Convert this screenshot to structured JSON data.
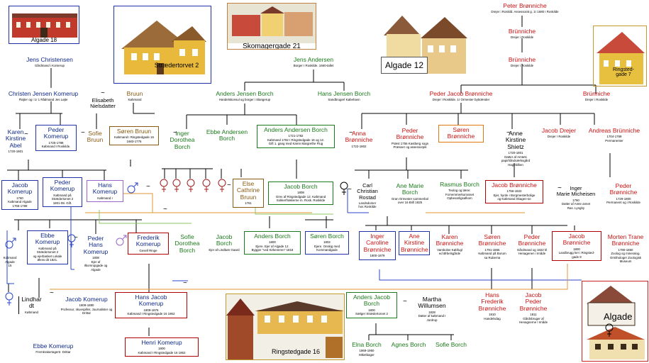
{
  "pictures": [
    {
      "key": "algade18",
      "caption": "Algade 18"
    },
    {
      "key": "straedertorvet",
      "caption": "Strædertorvet 2"
    },
    {
      "key": "skomagergade",
      "caption": "Skomagergade 21"
    },
    {
      "key": "algade12",
      "caption": "Algade 12"
    },
    {
      "key": "ringstedgade7",
      "caption": "Ringsted-\ngade 7"
    },
    {
      "key": "ringstedgade16",
      "caption": "Ringstedgade 16"
    },
    {
      "key": "algade",
      "caption": "Algade"
    }
  ],
  "persons": [
    {
      "key": "peter",
      "name": "Peter Brønniche",
      "sub": "Drejer i Roskild. Assessorat g. 1r 1680 I Roskilde"
    },
    {
      "key": "brunniche1",
      "name": "Brünniche",
      "sub": "Drejer i Roskilde"
    },
    {
      "key": "brunniche2",
      "name": "Brünniche",
      "sub": "Drejer i Roskilde"
    },
    {
      "key": "jens_christensen",
      "name": "Jens Christensen",
      "sub": "Gårdmand i Komerup"
    },
    {
      "key": "christen",
      "name": "Christen Jensen Komerup",
      "sub": "Fløjter og i 1r 1 Rådmand Jes Løjte"
    },
    {
      "key": "elisabeth",
      "name": "Elisabeth\nNielsdatter",
      "sub": ""
    },
    {
      "key": "bruun",
      "name": "Bruun",
      "sub": "Købmand"
    },
    {
      "key": "jens_andersen",
      "name": "Jens Andersen",
      "sub": "Borger I Roskilde. 1660-tallet"
    },
    {
      "key": "anders_jensen",
      "name": "Anders Jensen Borch",
      "sub": "Handelskonsul og borger i Slangerup"
    },
    {
      "key": "hans_jensen",
      "name": "Hans Jensen Borch",
      "sub": "Sandbrugerl Købehavn"
    },
    {
      "key": "peder_jacob",
      "name": "Peder Jacob Brønniche",
      "sub": "Drejer i Roskilde. 1r Ormester bybrænder"
    },
    {
      "key": "brunniche3",
      "name": "Brünniche",
      "sub": "Drejer i Roskilde"
    },
    {
      "key": "karen",
      "name": "Karen\nKirstine\nAbel",
      "sub": "1720-1801"
    },
    {
      "key": "peder_komerup1",
      "name": "Peder\nKomerup",
      "sub": "1725-1788\nKøbmand I Roskilde."
    },
    {
      "key": "sofie_bruun",
      "name": "Sofie\nBruun",
      "sub": ""
    },
    {
      "key": "soren_bruun",
      "name": "Søren Bruun",
      "sub": "Købmand I Ringstedgade 16\n1683-1776"
    },
    {
      "key": "inger_dorothea",
      "name": "Inger\nDorothea\nBorch",
      "sub": ""
    },
    {
      "key": "ebbe_andersen",
      "name": "Ebbe Andersen\nBorch",
      "sub": ""
    },
    {
      "key": "anders_andersen",
      "name": "Anders Andersen Borch",
      "sub": "1721-1782\nKøbmand 1782 I Ringstedgade 16 og 12.\nGift 1. gang med Karen Margrethe Flug"
    },
    {
      "key": "anna",
      "name": "Anna\nBrønniche",
      "sub": "1722-1802"
    },
    {
      "key": "peder_bronniche",
      "name": "Peder\nBrønniche",
      "sub": "Præst 1756 Kastberg sogn\nPræsser og assessorpik"
    },
    {
      "key": "soren_bronniche1",
      "name": "Søren\nBrønniche",
      "sub": ""
    },
    {
      "key": "anne_kirstine",
      "name": "Anne\nKirstine\nShietz",
      "sub": "1720-1801\nDatter af Amtets\npapirhåndværksgård\nHagebillien"
    },
    {
      "key": "jacob_drejer",
      "name": "Jacob Drejer",
      "sub": "Drejer I Roskilde"
    },
    {
      "key": "andreas",
      "name": "Andreas Brünniche",
      "sub": "1704-1769\nPermanenter"
    },
    {
      "key": "jacob_komerup1",
      "name": "Jacob\nKomerup",
      "sub": "1760\nKøbmand Algade\n1765-1789"
    },
    {
      "key": "peder_komerup2",
      "name": "Peder\nKomerup",
      "sub": "Købmand på\nStrædertorvet 2\n1801-08. Gift."
    },
    {
      "key": "hans_komerup",
      "name": "Hans\nKomerup",
      "sub": "Købmand I"
    },
    {
      "key": "else",
      "name": "Else\nCathrine\nBruun",
      "sub": "1761"
    },
    {
      "key": "jacob_borch1",
      "name": "Jacob Borch",
      "sub": "1808\nGrev af Ringstedgade 12. Købmand\nSokkerfrakkerne m. Rosk. Roskilde"
    },
    {
      "key": "carl",
      "name": "Carl\nChristian\nRostad",
      "sub": "Landsdomer\nhos Roskilde"
    },
    {
      "key": "anne_marie",
      "name": "Ane Marie\nBorch",
      "sub": "Gran Ormester sommerbol\nover 16 Brill 1825"
    },
    {
      "key": "rasmus",
      "name": "Rasmus Borch",
      "sub": "Teolog og lærer.\nFornemmerkuriosset\nOpbevarligsafkom"
    },
    {
      "key": "jacob_bronniche1",
      "name": "Jacob Brønniche",
      "sub": "1756-1822\nEjer, hyrde i Borgmesterbolige\nog Købmand Skagen-se"
    },
    {
      "key": "inger_marie",
      "name": "Inger\nMarie Micheisen",
      "sub": "1760\nDatter af Amte annet\nRas. Lyngby"
    },
    {
      "key": "peder_bronniche2",
      "name": "Peder\nBrønniche",
      "sub": "1729-1800\nPermanent og i Roskilde"
    },
    {
      "key": "ebbe_komerup1",
      "name": "Ebbe\nKomerup",
      "sub": "Købmand på\nStrædertorvet 2\nog ejerbanket Lokale\nØens dit 1821."
    },
    {
      "key": "peder_hans",
      "name": "Peder\nHans\nKomerup",
      "sub": "1808\nEjer af\nIlkomrupgade og\nAlgade"
    },
    {
      "key": "frederik",
      "name": "Frederik\nKomerup",
      "sub": "Gesell Ringe"
    },
    {
      "key": "sofie_dorothea",
      "name": "Sofie\nDorothea\nBorch",
      "sub": ""
    },
    {
      "key": "jacob_borch2",
      "name": "Jacob\nBorch",
      "sub": "Ejer af Lindbøn Gaard"
    },
    {
      "key": "anders_borch",
      "name": "Anders Borch",
      "sub": "1800\nEjere. Ejer af Algade 12.\nBygger \"ved Kirkeneren\" 1818"
    },
    {
      "key": "soren_borch",
      "name": "Søren Borch",
      "sub": "1802\nEjere. Onskig med\nKommandgade"
    },
    {
      "key": "inger_caroline",
      "name": "Inger\nCaroline\nBrønniche",
      "sub": "1800-1879"
    },
    {
      "key": "ane_kirstine",
      "name": "Ane\nKirstine\nBrønniche",
      "sub": ""
    },
    {
      "key": "karen_bronniche",
      "name": "Karen\nBrønniche",
      "sub": "Varsbolne Købfugl\ned Ørbelsgårde"
    },
    {
      "key": "soren_bronniche2",
      "name": "Søren\nBrønniche",
      "sub": "1791-1865\nKøbmand på Borum\nsa Ruberna"
    },
    {
      "key": "peder_bronniche3",
      "name": "Peder\nBrønniche",
      "sub": "Gårdmand og 1822 til\nHenagenen i Imåde"
    },
    {
      "key": "jacob_bronniche2",
      "name": "Jacob\nBrønniche",
      "sub": "1800\nLandbrugg ker i Ringsted-\ngade 9"
    },
    {
      "key": "morten",
      "name": "Morten Trane\nBrønniche",
      "sub": "1780-1850\nZoolog og mineralog.\nOrnithologer Zoologisk\nMuseum"
    },
    {
      "key": "sym_label",
      "name": "",
      "sub": "Kobmand\nAlgade\n15"
    },
    {
      "key": "lindhardt",
      "name": "Lindhar\ndt",
      "sub": "Købmand"
    },
    {
      "key": "jacob_komerup2",
      "name": "Jacob Komerup",
      "sub": "1809-1880\nProfessor, skuespiller, Journalister og\nDrittar"
    },
    {
      "key": "hans_jacob",
      "name": "Hans Jacob\nKomerup",
      "sub": "1809-1876\nKøbmand I Ringstedgade 16 1862"
    },
    {
      "key": "anders_jacob",
      "name": "Anders Jacob\nBorch",
      "sub": "1800\nSælger Strædertorvet 2"
    },
    {
      "key": "martha",
      "name": "Martha\nWillumsen",
      "sub": "1828\nDatter af købmand I\nJordrup"
    },
    {
      "key": "hans_frederik",
      "name": "Hans\nFrederik\nBrønniche",
      "sub": "1810\nHandelsdag"
    },
    {
      "key": "jacob_peder",
      "name": "Jacob\nPeder\nBrønniche",
      "sub": "1811\nGårdsbruger af\nHenagnerne I Imåde"
    },
    {
      "key": "ebbe_komerup2",
      "name": "Ebbe Komerup",
      "sub": "Fremkrakertagertr. Drittar"
    },
    {
      "key": "henri",
      "name": "Henri Komerup",
      "sub": "1800\nKøbmand I Ringstedgade 16 1862"
    },
    {
      "key": "elna",
      "name": "Elna Borch",
      "sub": "1869-1950\nMiketbager"
    },
    {
      "key": "agnes",
      "name": "Agnes Borch",
      "sub": ""
    },
    {
      "key": "sofie_borch",
      "name": "Sofie Borch",
      "sub": ""
    }
  ],
  "colors": {
    "black": "#000000",
    "green": "#1b7a1b",
    "red": "#cc1111",
    "brown": "#8a5a12",
    "blue": "#102a8a",
    "orange": "#e07a10",
    "purple": "#9a66cc",
    "line_blue": "#2b46c8",
    "line_orange": "#e39435",
    "line_green": "#8cc866"
  },
  "symbols": {
    "female": "female-icon",
    "male": "male-icon"
  }
}
